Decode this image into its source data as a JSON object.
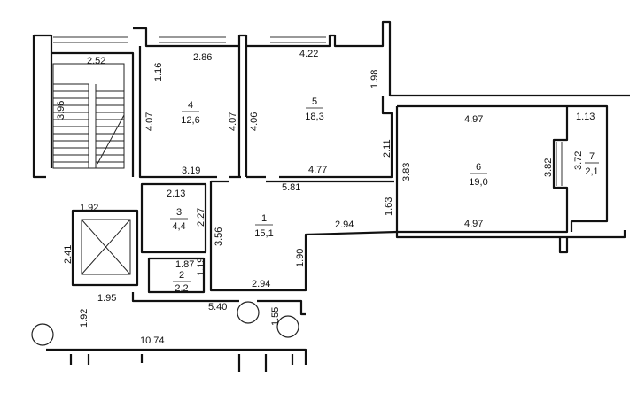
{
  "rooms": [
    {
      "id": "room-1",
      "number": "1",
      "area": "15,1"
    },
    {
      "id": "room-2",
      "number": "2",
      "area": "2,2"
    },
    {
      "id": "room-3",
      "number": "3",
      "area": "4,4"
    },
    {
      "id": "room-4",
      "number": "4",
      "area": "12,6"
    },
    {
      "id": "room-5",
      "number": "5",
      "area": "18,3"
    },
    {
      "id": "room-6",
      "number": "6",
      "area": "19,0"
    },
    {
      "id": "room-7",
      "number": "7",
      "area": "2,1"
    }
  ],
  "dimensions": {
    "d_2_52": "2.52",
    "d_3_96": "3.96",
    "d_1_92_top": "1.92",
    "d_2_41": "2.41",
    "d_1_95": "1.95",
    "d_1_92_left": "1.92",
    "d_10_74": "10.74",
    "d_1_16": "1.16",
    "d_2_86": "2.86",
    "d_4_07_a": "4.07",
    "d_4_07_b": "4.07",
    "d_3_19": "3.19",
    "d_2_13": "2.13",
    "d_2_27": "2.27",
    "d_1_87": "1.87",
    "d_1_19": "1.19",
    "d_4_22": "4.22",
    "d_1_98": "1.98",
    "d_4_06": "4.06",
    "d_2_11": "2.11",
    "d_4_77": "4.77",
    "d_5_81": "5.81",
    "d_3_56": "3.56",
    "d_1_63": "1.63",
    "d_2_94_a": "2.94",
    "d_1_90": "1.90",
    "d_2_94_b": "2.94",
    "d_5_40": "5.40",
    "d_1_55": "1.55",
    "d_4_97_top": "4.97",
    "d_4_97_bottom": "4.97",
    "d_3_83": "3.83",
    "d_3_82": "3.82",
    "d_3_72": "3.72",
    "d_1_13": "1.13"
  }
}
